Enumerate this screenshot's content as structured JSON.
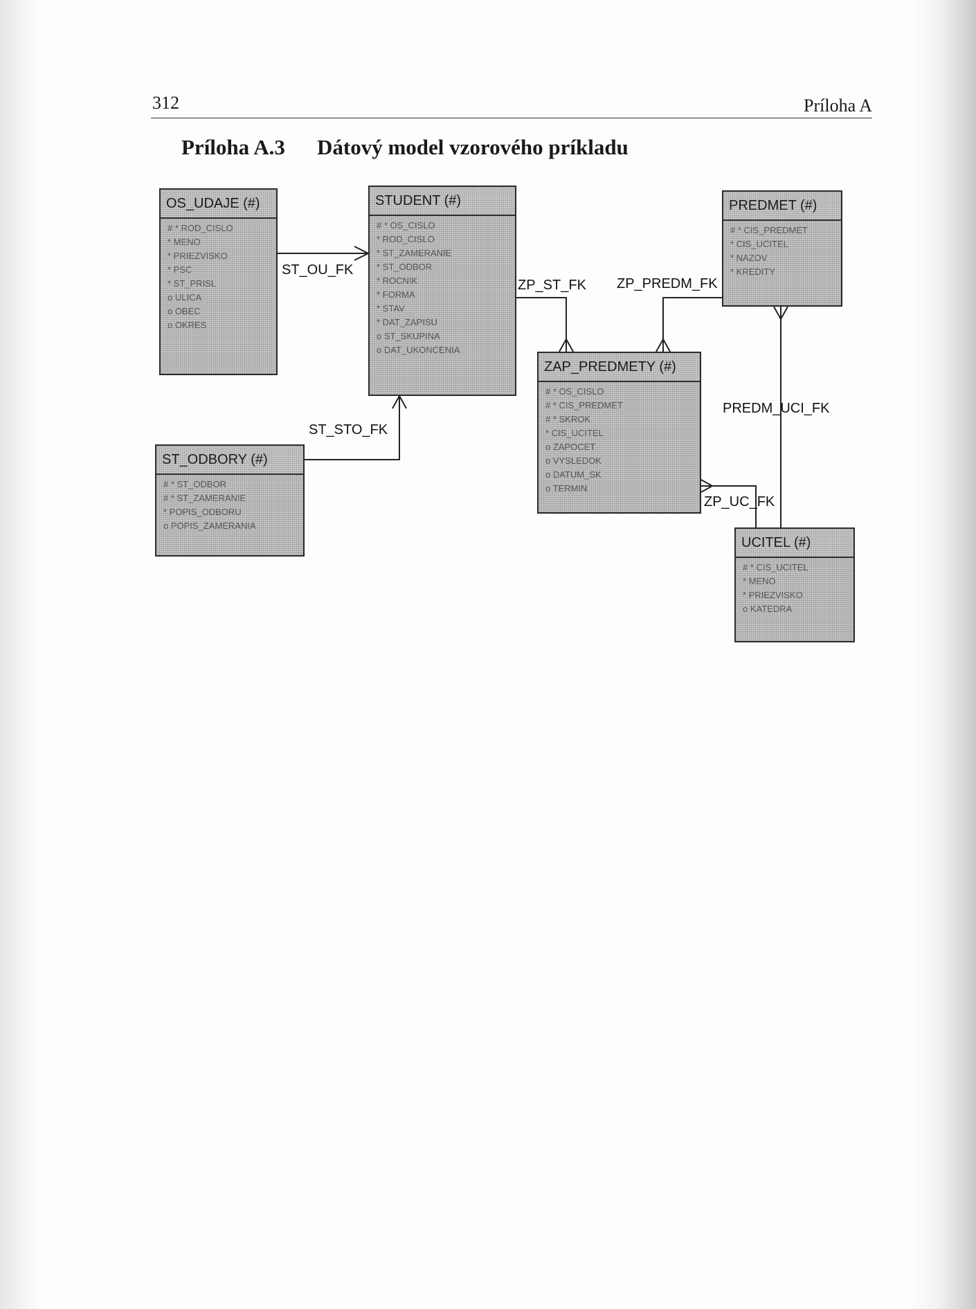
{
  "header": {
    "page_number": "312",
    "running_head": "Príloha A"
  },
  "caption": {
    "number": "Príloha A.3",
    "title": "Dátový model vzorového príkladu"
  },
  "entities": {
    "os_udaje": {
      "name": "OS_UDAJE (#)",
      "attributes": [
        "# * ROD_CISLO",
        "* MENO",
        "* PRIEZVISKO",
        "* PSC",
        "* ST_PRISL",
        "o ULICA",
        "o OBEC",
        "o OKRES"
      ]
    },
    "student": {
      "name": "STUDENT (#)",
      "attributes": [
        "# * OS_CISLO",
        "* ROD_CISLO",
        "* ST_ZAMERANIE",
        "* ST_ODBOR",
        "* ROCNIK",
        "* FORMA",
        "* STAV",
        "* DAT_ZAPISU",
        "o ST_SKUPINA",
        "o DAT_UKONCENIA"
      ]
    },
    "predmet": {
      "name": "PREDMET (#)",
      "attributes": [
        "# * CIS_PREDMET",
        "* CIS_UCITEL",
        "* NAZOV",
        "* KREDITY"
      ]
    },
    "zap_predmety": {
      "name": "ZAP_PREDMETY (#)",
      "attributes": [
        "# * OS_CISLO",
        "# * CIS_PREDMET",
        "# * SKROK",
        "* CIS_UCITEL",
        "o ZAPOCET",
        "o VYSLEDOK",
        "o DATUM_SK",
        "o TERMIN"
      ]
    },
    "st_odbory": {
      "name": "ST_ODBORY (#)",
      "attributes": [
        "# * ST_ODBOR",
        "# * ST_ZAMERANIE",
        "* POPIS_ODBORU",
        "o POPIS_ZAMERANIA"
      ]
    },
    "ucitel": {
      "name": "UCITEL (#)",
      "attributes": [
        "# * CIS_UCITEL",
        "* MENO",
        "* PRIEZVISKO",
        "o KATEDRA"
      ]
    }
  },
  "relationships": {
    "st_ou_fk": "ST_OU_FK",
    "st_sto_fk": "ST_STO_FK",
    "zp_st_fk": "ZP_ST_FK",
    "zp_predm_fk": "ZP_PREDM_FK",
    "predm_uci_fk": "PREDM_UCI_FK",
    "zp_uc_fk": "ZP_UC_FK"
  }
}
